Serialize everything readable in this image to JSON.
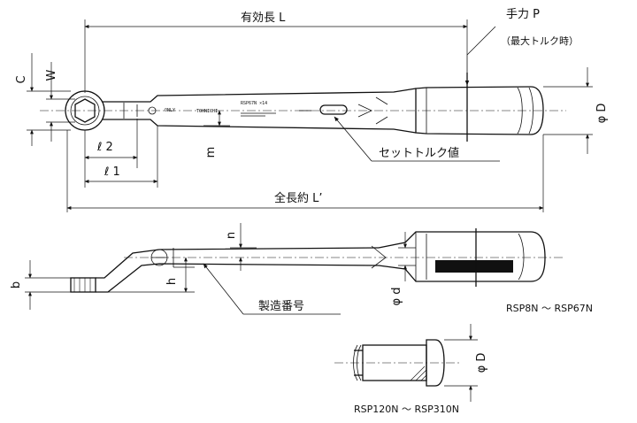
{
  "labels": {
    "effective_length": "有効長 L",
    "hand_force": "手力 P",
    "max_torque": "（最大トルク時）",
    "set_torque": "セットトルク値",
    "overall_length": "全長約 L’",
    "serial_number": "製造番号",
    "model_range_small": "RSP8N ～ RSP67N",
    "model_range_large": "RSP120N ～ RSP310N"
  },
  "dimensions": {
    "c": "C",
    "w": "W",
    "l2": "ℓ 2",
    "l1": "ℓ 1",
    "m": "m",
    "n": "n",
    "b": "b",
    "h": "h",
    "phi_d_large": "φ D",
    "phi_d_small": "φ d",
    "phi_d_large_detail": "φ D"
  },
  "markings": {
    "only": "ONLY",
    "brand": "TOHNICHI",
    "model": "RSP67N ×14"
  },
  "colors": {
    "line": "#111111",
    "background": "#ffffff",
    "grip_fill": "#111111"
  }
}
